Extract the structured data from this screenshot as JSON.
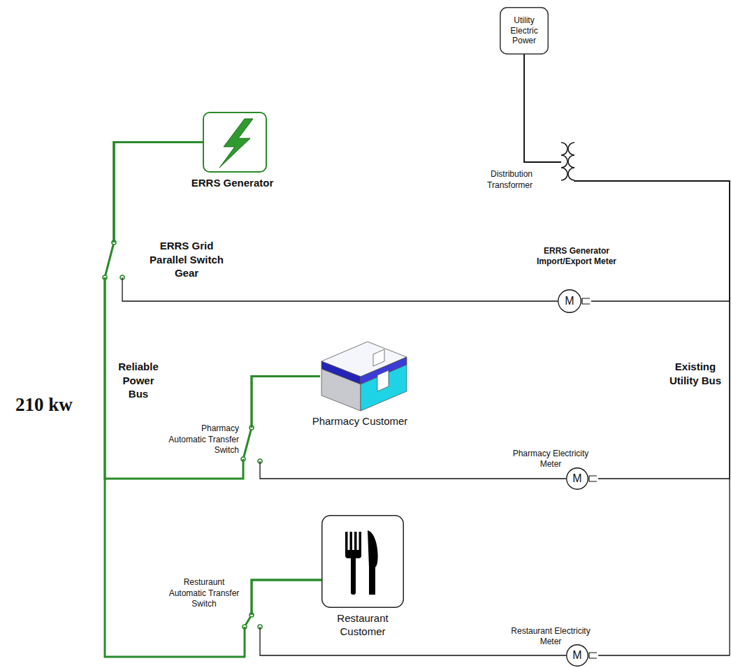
{
  "diagram": {
    "nodes": [
      {
        "text": [
          "Utility Electric Power"
        ]
      },
      {
        "text": [
          "ERRS Generator"
        ]
      },
      {
        "text": [
          "ERRS Generator Import/Export Meter",
          "M"
        ]
      },
      {
        "text": [
          "Pharmacy Customer"
        ]
      },
      {
        "text": [
          "Pharmacy Electricity Meter",
          "M"
        ]
      },
      {
        "text": [
          "Restaurant Customer"
        ]
      },
      {
        "text": [
          "Restaurant Electricity Meter",
          "M"
        ]
      }
    ],
    "edges": [
      {
        "from": 0,
        "to": 2,
        "arrow": "none"
      },
      {
        "from": 0,
        "to": 4,
        "arrow": "none"
      },
      {
        "from": 0,
        "to": 6,
        "arrow": "none"
      },
      {
        "from": 1,
        "to": 2,
        "arrow": "none"
      },
      {
        "from": 1,
        "to": 3,
        "arrow": "none"
      },
      {
        "from": 1,
        "to": 5,
        "arrow": "none"
      },
      {
        "from": 3,
        "to": 4,
        "arrow": "none"
      },
      {
        "from": 5,
        "to": 6,
        "arrow": "none"
      }
    ],
    "labels": [
      "Distribution Transformer",
      "ERRS Grid Parallel Switch Gear",
      "Reliable Power Bus",
      "210 kw",
      "Existing Utility Bus",
      "Pharmacy Automatic Transfer Switch",
      "Resturaunt Automatic Transfer Switch"
    ]
  }
}
